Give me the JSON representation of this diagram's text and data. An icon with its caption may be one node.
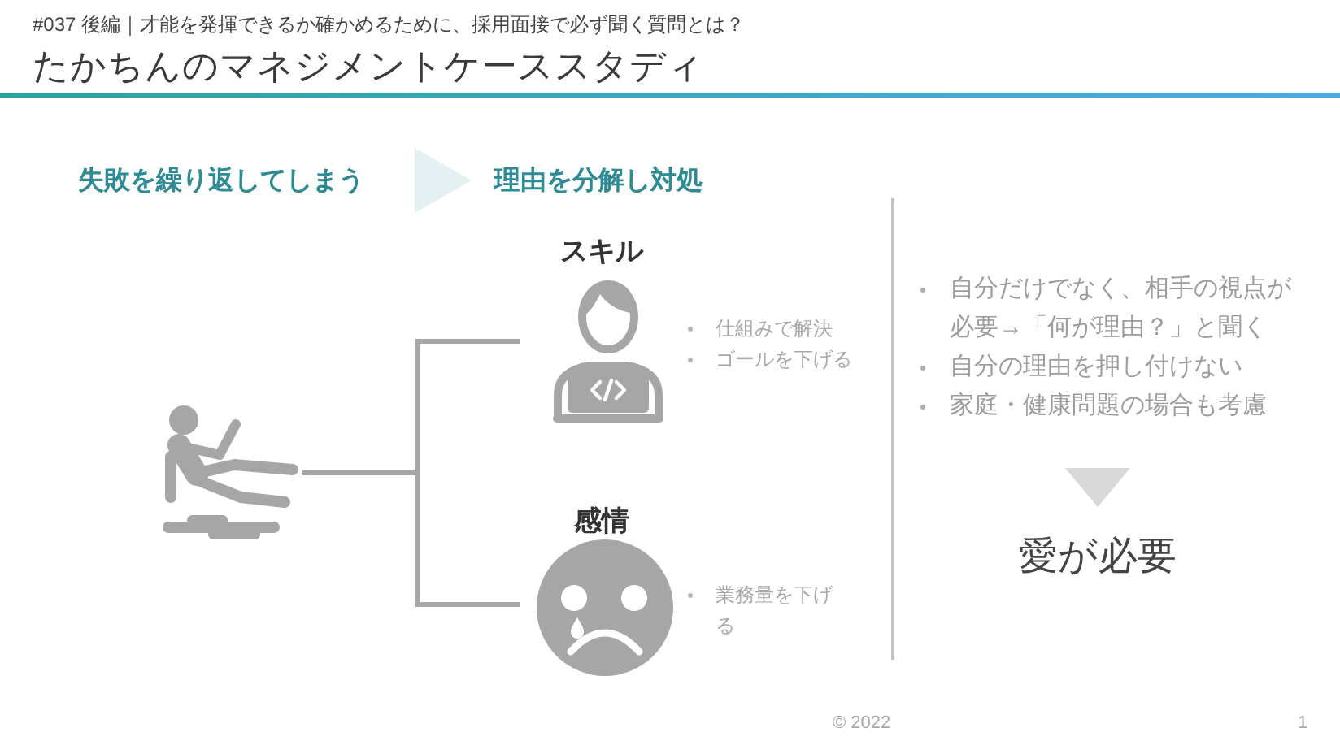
{
  "diagram": {
    "title": "たかちんのマネジメントケーススタディ",
    "nodes": [
      {
        "text": [
          "失敗を繰り返してしまう"
        ]
      },
      {
        "text": [
          "理由を分解し対処"
        ]
      },
      {
        "text": [],
        "shape": "picture"
      },
      {
        "text": [
          "スキル"
        ],
        "beside": [
          "仕組みで解決",
          "ゴールを下げる"
        ]
      },
      {
        "text": [
          "感情"
        ],
        "beside": [
          "業務量を下げる"
        ]
      },
      {
        "text": [
          "自分だけでなく、相手の視点が必要→「何が理由？」と聞く",
          "自分の理由を押し付けない",
          "家庭・健康問題の場合も考慮"
        ]
      },
      {
        "text": [
          "愛が必要"
        ]
      }
    ],
    "edges": [
      {
        "from": 0,
        "to": 1,
        "arrow": "to",
        "color": "#e5f0f3"
      },
      {
        "from": 2,
        "to": 3,
        "arrow": "none"
      },
      {
        "from": 2,
        "to": 4,
        "arrow": "none"
      },
      {
        "from": 5,
        "to": 6,
        "arrow": "to",
        "color": "#d9d9d9"
      }
    ],
    "labels": [
      "#037 後編｜才能を発揮できるか確かめるために、採用面接で必ず聞く質問とは？",
      "© 2022",
      "1"
    ]
  }
}
